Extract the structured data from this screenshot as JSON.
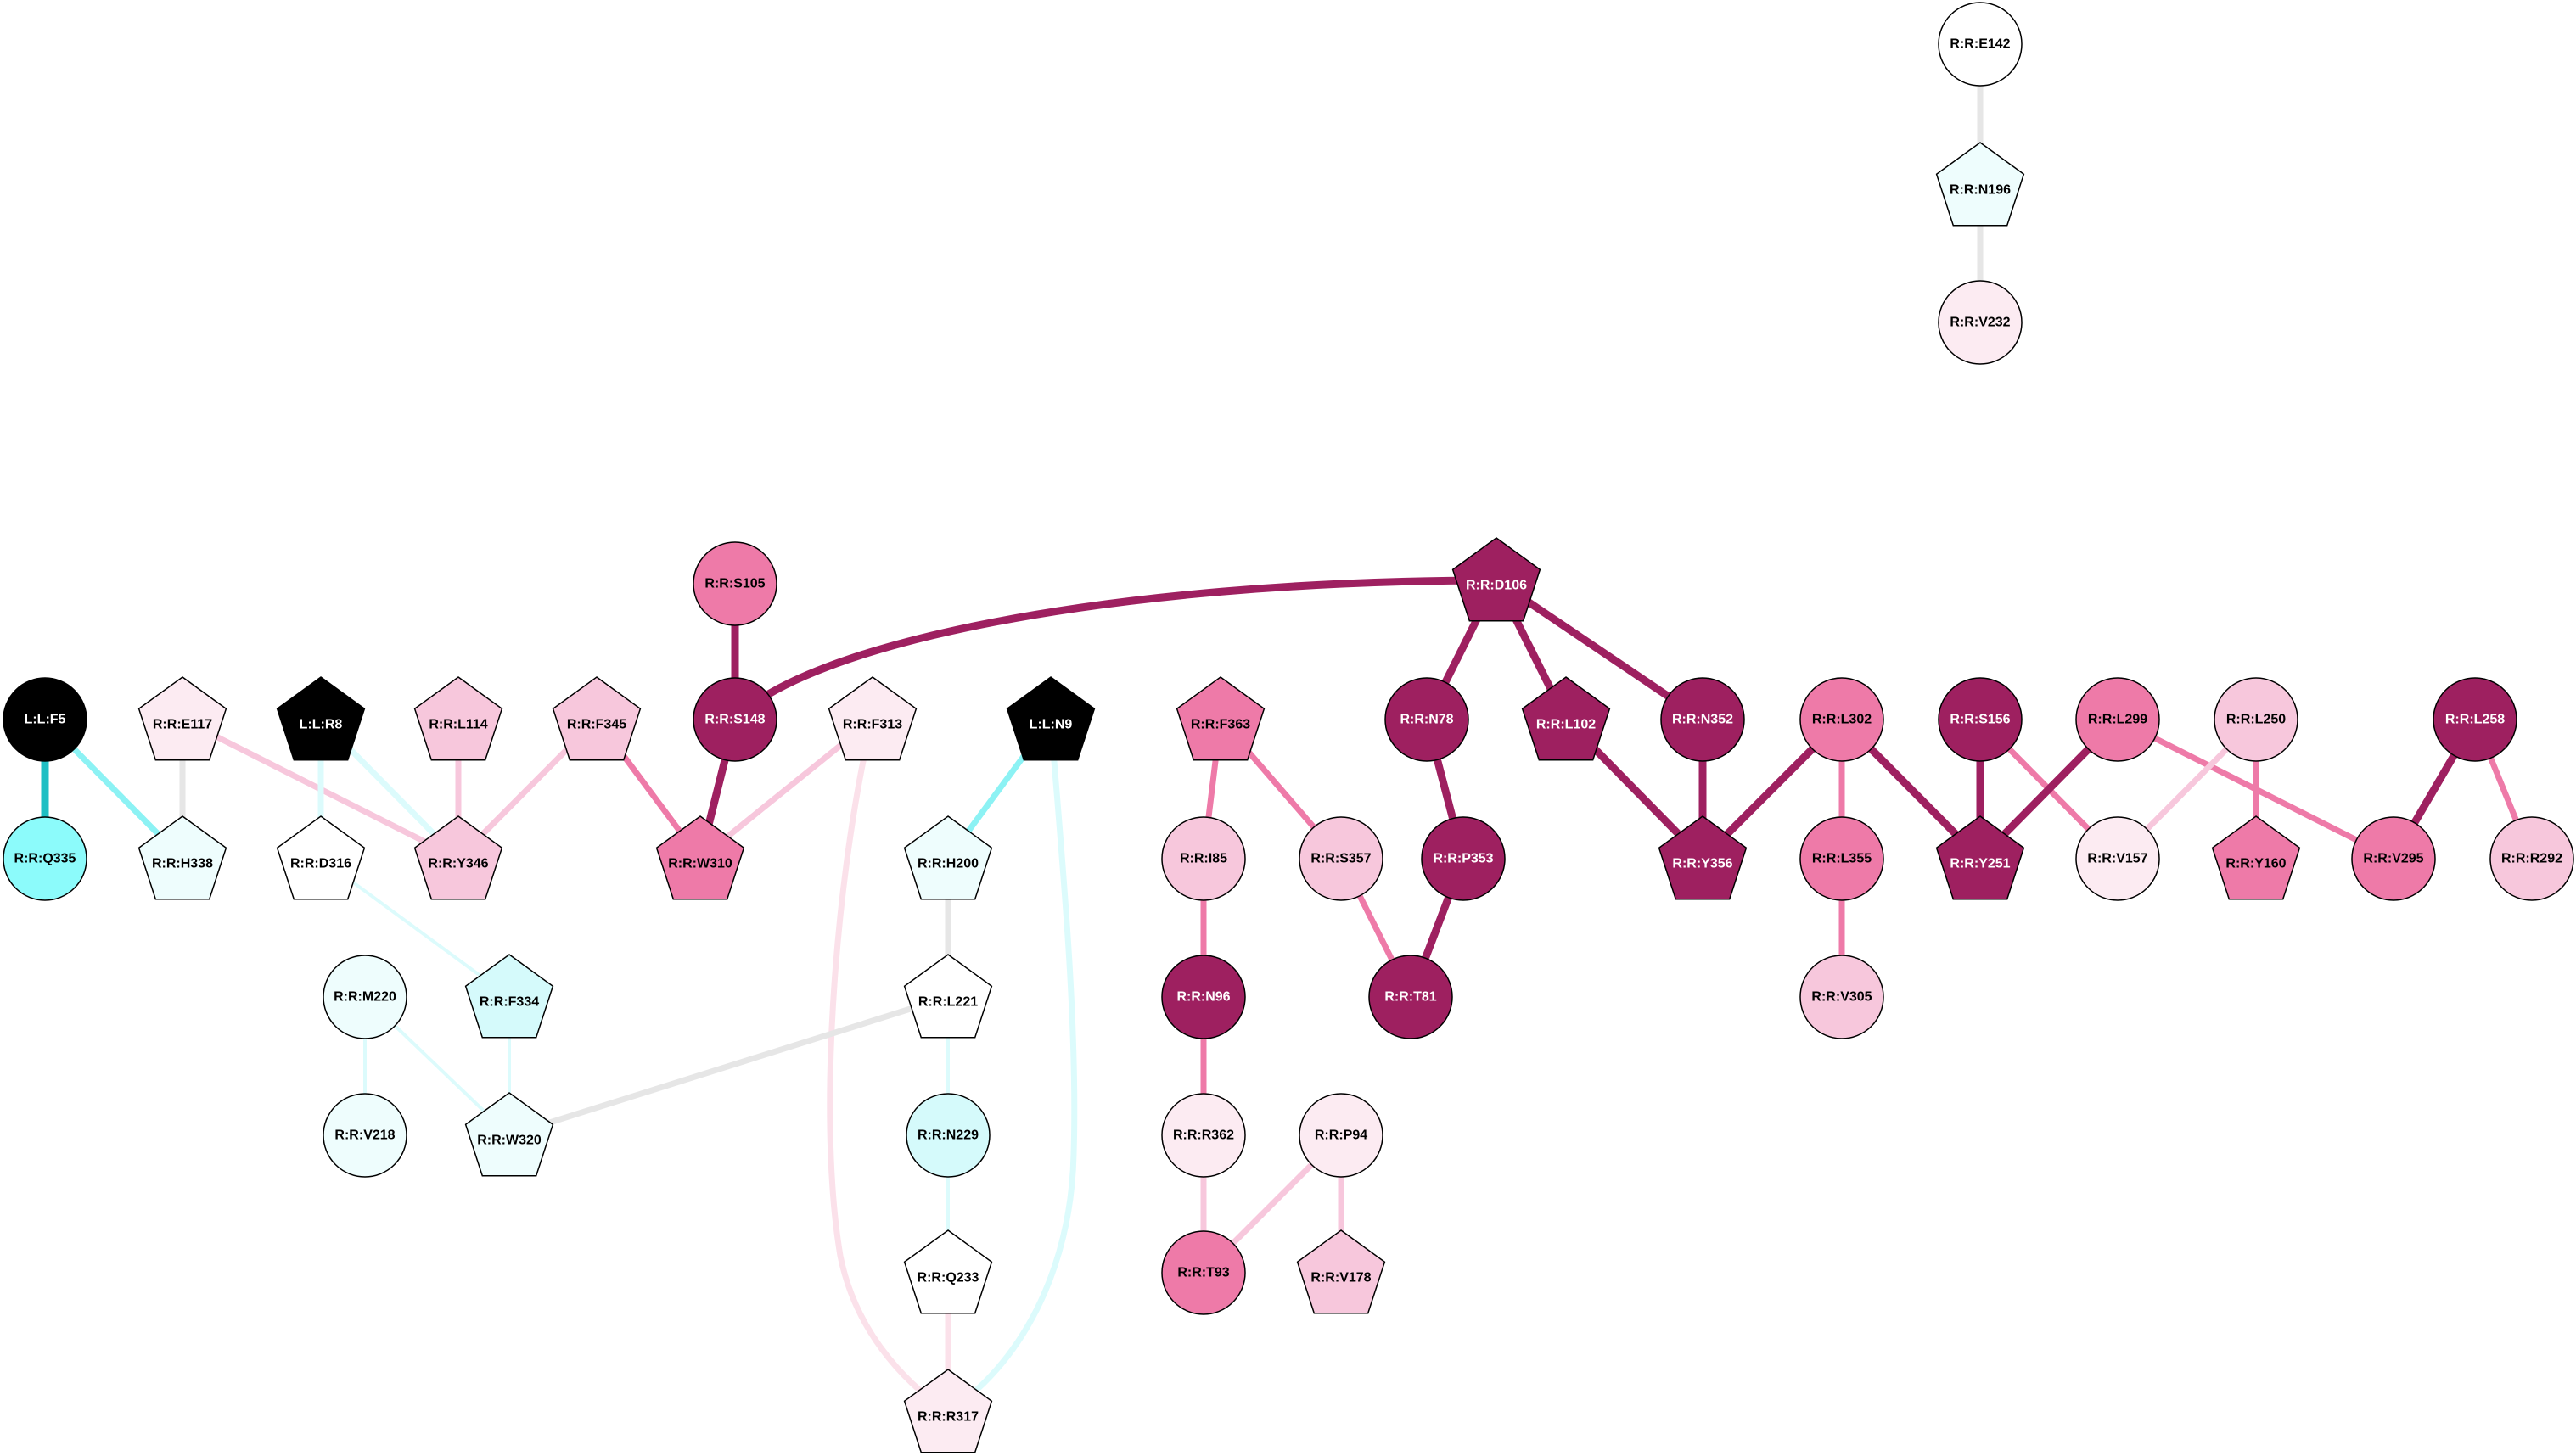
{
  "colors": {
    "dark_magenta": "#9e2060",
    "pink": "#ee7aa8",
    "light_pink": "#f7c7dc",
    "pale_pink": "#fcebf2",
    "white": "#ffffff",
    "pale_cyan": "#eefdfd",
    "light_cyan": "#d5fafb",
    "cyan": "#8cfbfb",
    "black": "#000000",
    "edge_gray": "#e6e6e6",
    "edge_teal": "#1fbfc4",
    "edge_cyan": "#8cf2f4",
    "edge_pale_cyan": "#dcfbfc",
    "edge_pale_pink": "#fbe1ea"
  },
  "nodes": [
    {
      "id": "R:R:E142",
      "shape": "circle",
      "fill": "white"
    },
    {
      "id": "R:R:N196",
      "shape": "pentagon",
      "fill": "pale_cyan"
    },
    {
      "id": "R:R:V232",
      "shape": "circle",
      "fill": "pale_pink"
    },
    {
      "id": "R:R:D106",
      "shape": "pentagon",
      "fill": "dark_magenta"
    },
    {
      "id": "R:R:S105",
      "shape": "circle",
      "fill": "pink"
    },
    {
      "id": "L:L:F5",
      "shape": "circle",
      "fill": "black"
    },
    {
      "id": "R:R:E117",
      "shape": "pentagon",
      "fill": "pale_pink"
    },
    {
      "id": "L:L:R8",
      "shape": "pentagon",
      "fill": "black"
    },
    {
      "id": "R:R:L114",
      "shape": "pentagon",
      "fill": "light_pink"
    },
    {
      "id": "R:R:F345",
      "shape": "pentagon",
      "fill": "light_pink"
    },
    {
      "id": "R:R:S148",
      "shape": "circle",
      "fill": "dark_magenta"
    },
    {
      "id": "R:R:F313",
      "shape": "pentagon",
      "fill": "pale_pink"
    },
    {
      "id": "L:L:N9",
      "shape": "pentagon",
      "fill": "black"
    },
    {
      "id": "R:R:F363",
      "shape": "pentagon",
      "fill": "pink"
    },
    {
      "id": "R:R:N78",
      "shape": "circle",
      "fill": "dark_magenta"
    },
    {
      "id": "R:R:L102",
      "shape": "pentagon",
      "fill": "dark_magenta"
    },
    {
      "id": "R:R:N352",
      "shape": "circle",
      "fill": "dark_magenta"
    },
    {
      "id": "R:R:L302",
      "shape": "circle",
      "fill": "pink"
    },
    {
      "id": "R:R:S156",
      "shape": "circle",
      "fill": "dark_magenta"
    },
    {
      "id": "R:R:L299",
      "shape": "circle",
      "fill": "pink"
    },
    {
      "id": "R:R:L250",
      "shape": "circle",
      "fill": "light_pink"
    },
    {
      "id": "R:R:L258",
      "shape": "circle",
      "fill": "dark_magenta"
    },
    {
      "id": "R:R:Q335",
      "shape": "circle",
      "fill": "cyan"
    },
    {
      "id": "R:R:H338",
      "shape": "pentagon",
      "fill": "pale_cyan"
    },
    {
      "id": "R:R:D316",
      "shape": "pentagon",
      "fill": "white"
    },
    {
      "id": "R:R:Y346",
      "shape": "pentagon",
      "fill": "light_pink"
    },
    {
      "id": "R:R:W310",
      "shape": "pentagon",
      "fill": "pink"
    },
    {
      "id": "R:R:H200",
      "shape": "pentagon",
      "fill": "pale_cyan"
    },
    {
      "id": "R:R:I85",
      "shape": "circle",
      "fill": "light_pink"
    },
    {
      "id": "R:R:S357",
      "shape": "circle",
      "fill": "light_pink"
    },
    {
      "id": "R:R:P353",
      "shape": "circle",
      "fill": "dark_magenta"
    },
    {
      "id": "R:R:Y356",
      "shape": "pentagon",
      "fill": "dark_magenta"
    },
    {
      "id": "R:R:L355",
      "shape": "circle",
      "fill": "pink"
    },
    {
      "id": "R:R:Y251",
      "shape": "pentagon",
      "fill": "dark_magenta"
    },
    {
      "id": "R:R:V157",
      "shape": "circle",
      "fill": "pale_pink"
    },
    {
      "id": "R:R:Y160",
      "shape": "pentagon",
      "fill": "pink"
    },
    {
      "id": "R:R:V295",
      "shape": "circle",
      "fill": "pink"
    },
    {
      "id": "R:R:R292",
      "shape": "circle",
      "fill": "light_pink"
    },
    {
      "id": "R:R:M220",
      "shape": "circle",
      "fill": "pale_cyan"
    },
    {
      "id": "R:R:F334",
      "shape": "pentagon",
      "fill": "light_cyan"
    },
    {
      "id": "R:R:L221",
      "shape": "pentagon",
      "fill": "white"
    },
    {
      "id": "R:R:N96",
      "shape": "circle",
      "fill": "dark_magenta"
    },
    {
      "id": "R:R:T81",
      "shape": "circle",
      "fill": "dark_magenta"
    },
    {
      "id": "R:R:V305",
      "shape": "circle",
      "fill": "light_pink"
    },
    {
      "id": "R:R:V218",
      "shape": "circle",
      "fill": "pale_cyan"
    },
    {
      "id": "R:R:W320",
      "shape": "pentagon",
      "fill": "pale_cyan"
    },
    {
      "id": "R:R:N229",
      "shape": "circle",
      "fill": "light_cyan"
    },
    {
      "id": "R:R:R362",
      "shape": "circle",
      "fill": "pale_pink"
    },
    {
      "id": "R:R:P94",
      "shape": "circle",
      "fill": "pale_pink"
    },
    {
      "id": "R:R:Q233",
      "shape": "pentagon",
      "fill": "white"
    },
    {
      "id": "R:R:T93",
      "shape": "circle",
      "fill": "pink"
    },
    {
      "id": "R:R:V178",
      "shape": "pentagon",
      "fill": "light_pink"
    },
    {
      "id": "R:R:R317",
      "shape": "pentagon",
      "fill": "pale_pink"
    }
  ],
  "edges": [
    {
      "source": "R:R:E142",
      "target": "R:R:N196",
      "color": "edge_gray",
      "weight": "medium"
    },
    {
      "source": "R:R:N196",
      "target": "R:R:V232",
      "color": "edge_gray",
      "weight": "medium"
    },
    {
      "source": "R:R:D106",
      "target": "R:R:S148",
      "color": "dark_magenta",
      "weight": "thick",
      "curved": true
    },
    {
      "source": "R:R:D106",
      "target": "R:R:N78",
      "color": "dark_magenta",
      "weight": "thick"
    },
    {
      "source": "R:R:D106",
      "target": "R:R:L102",
      "color": "dark_magenta",
      "weight": "thick"
    },
    {
      "source": "R:R:D106",
      "target": "R:R:N352",
      "color": "dark_magenta",
      "weight": "thick"
    },
    {
      "source": "R:R:S105",
      "target": "R:R:S148",
      "color": "dark_magenta",
      "weight": "thick"
    },
    {
      "source": "R:R:S148",
      "target": "R:R:W310",
      "color": "dark_magenta",
      "weight": "thick"
    },
    {
      "source": "L:L:F5",
      "target": "R:R:Q335",
      "color": "edge_teal",
      "weight": "thick"
    },
    {
      "source": "L:L:F5",
      "target": "R:R:H338",
      "color": "edge_cyan",
      "weight": "medium"
    },
    {
      "source": "R:R:E117",
      "target": "R:R:H338",
      "color": "edge_gray",
      "weight": "medium"
    },
    {
      "source": "R:R:E117",
      "target": "R:R:Y346",
      "color": "light_pink",
      "weight": "medium"
    },
    {
      "source": "L:L:R8",
      "target": "R:R:D316",
      "color": "edge_pale_cyan",
      "weight": "medium"
    },
    {
      "source": "L:L:R8",
      "target": "R:R:Y346",
      "color": "edge_pale_cyan",
      "weight": "medium"
    },
    {
      "source": "R:R:L114",
      "target": "R:R:Y346",
      "color": "light_pink",
      "weight": "medium"
    },
    {
      "source": "R:R:F345",
      "target": "R:R:Y346",
      "color": "light_pink",
      "weight": "medium"
    },
    {
      "source": "R:R:F345",
      "target": "R:R:W310",
      "color": "pink",
      "weight": "medium"
    },
    {
      "source": "R:R:F313",
      "target": "R:R:W310",
      "color": "light_pink",
      "weight": "medium"
    },
    {
      "source": "R:R:F313",
      "target": "R:R:R317",
      "color": "edge_pale_pink",
      "weight": "medium",
      "curved": true
    },
    {
      "source": "R:R:D316",
      "target": "R:R:F334",
      "color": "edge_pale_cyan",
      "weight": "thin"
    },
    {
      "source": "L:L:N9",
      "target": "R:R:H200",
      "color": "edge_cyan",
      "weight": "medium"
    },
    {
      "source": "L:L:N9",
      "target": "R:R:R317",
      "color": "edge_pale_cyan",
      "weight": "medium",
      "curved": true
    },
    {
      "source": "R:R:H200",
      "target": "R:R:L221",
      "color": "edge_gray",
      "weight": "medium"
    },
    {
      "source": "R:R:L221",
      "target": "R:R:W320",
      "color": "edge_gray",
      "weight": "medium"
    },
    {
      "source": "R:R:L221",
      "target": "R:R:N229",
      "color": "edge_pale_cyan",
      "weight": "thin"
    },
    {
      "source": "R:R:N229",
      "target": "R:R:Q233",
      "color": "edge_pale_cyan",
      "weight": "thin"
    },
    {
      "source": "R:R:Q233",
      "target": "R:R:R317",
      "color": "edge_pale_pink",
      "weight": "medium"
    },
    {
      "source": "R:R:M220",
      "target": "R:R:V218",
      "color": "edge_pale_cyan",
      "weight": "thin"
    },
    {
      "source": "R:R:M220",
      "target": "R:R:W320",
      "color": "edge_pale_cyan",
      "weight": "thin"
    },
    {
      "source": "R:R:F334",
      "target": "R:R:W320",
      "color": "edge_pale_cyan",
      "weight": "thin"
    },
    {
      "source": "R:R:F363",
      "target": "R:R:I85",
      "color": "pink",
      "weight": "medium"
    },
    {
      "source": "R:R:F363",
      "target": "R:R:S357",
      "color": "pink",
      "weight": "medium"
    },
    {
      "source": "R:R:I85",
      "target": "R:R:N96",
      "color": "pink",
      "weight": "medium"
    },
    {
      "source": "R:R:N96",
      "target": "R:R:R362",
      "color": "pink",
      "weight": "medium"
    },
    {
      "source": "R:R:R362",
      "target": "R:R:T93",
      "color": "light_pink",
      "weight": "medium"
    },
    {
      "source": "R:R:P94",
      "target": "R:R:T93",
      "color": "light_pink",
      "weight": "medium"
    },
    {
      "source": "R:R:P94",
      "target": "R:R:V178",
      "color": "light_pink",
      "weight": "medium"
    },
    {
      "source": "R:R:S357",
      "target": "R:R:T81",
      "color": "pink",
      "weight": "medium"
    },
    {
      "source": "R:R:N78",
      "target": "R:R:P353",
      "color": "dark_magenta",
      "weight": "thick"
    },
    {
      "source": "R:R:P353",
      "target": "R:R:T81",
      "color": "dark_magenta",
      "weight": "thick"
    },
    {
      "source": "R:R:L102",
      "target": "R:R:Y356",
      "color": "dark_magenta",
      "weight": "thick"
    },
    {
      "source": "R:R:N352",
      "target": "R:R:Y356",
      "color": "dark_magenta",
      "weight": "thick"
    },
    {
      "source": "R:R:L302",
      "target": "R:R:Y356",
      "color": "dark_magenta",
      "weight": "thick"
    },
    {
      "source": "R:R:L302",
      "target": "R:R:L355",
      "color": "pink",
      "weight": "medium"
    },
    {
      "source": "R:R:L302",
      "target": "R:R:Y251",
      "color": "dark_magenta",
      "weight": "thick"
    },
    {
      "source": "R:R:L355",
      "target": "R:R:V305",
      "color": "pink",
      "weight": "medium"
    },
    {
      "source": "R:R:S156",
      "target": "R:R:Y251",
      "color": "dark_magenta",
      "weight": "thick"
    },
    {
      "source": "R:R:S156",
      "target": "R:R:V157",
      "color": "pink",
      "weight": "medium"
    },
    {
      "source": "R:R:L299",
      "target": "R:R:Y251",
      "color": "dark_magenta",
      "weight": "thick"
    },
    {
      "source": "R:R:L299",
      "target": "R:R:V295",
      "color": "pink",
      "weight": "medium"
    },
    {
      "source": "R:R:L250",
      "target": "R:R:V157",
      "color": "light_pink",
      "weight": "medium"
    },
    {
      "source": "R:R:L250",
      "target": "R:R:Y160",
      "color": "pink",
      "weight": "medium"
    },
    {
      "source": "R:R:L258",
      "target": "R:R:V295",
      "color": "dark_magenta",
      "weight": "thick"
    },
    {
      "source": "R:R:L258",
      "target": "R:R:R292",
      "color": "pink",
      "weight": "medium"
    }
  ]
}
